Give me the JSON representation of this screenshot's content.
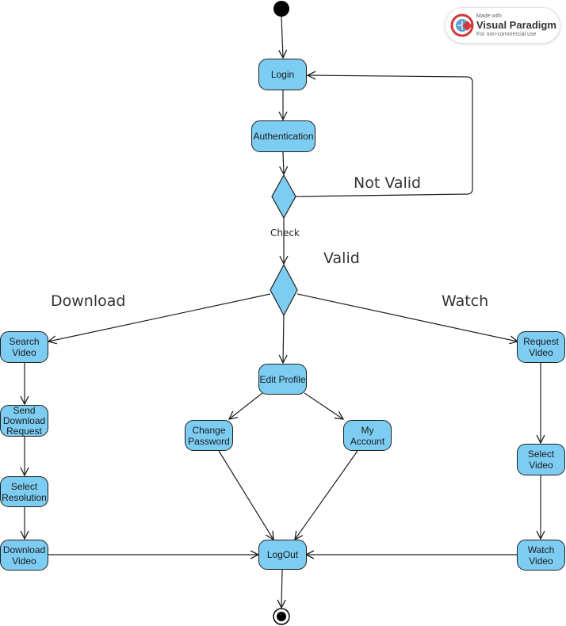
{
  "nodes": {
    "login": "Login",
    "authentication": "Authentication",
    "search_video": "Search Video",
    "send_download_request": "Send Download Request",
    "select_resolution": "Select Resolution",
    "download_video": "Download Video",
    "edit_profile": "Edit Profile",
    "change_password": "Change Password",
    "my_account": "My Account",
    "logout": "LogOut",
    "request_video": "Request Video",
    "select_video": "Select Video",
    "watch_video": "Watch Video"
  },
  "labels": {
    "not_valid": "Not Valid",
    "check": "Check",
    "valid": "Valid",
    "download": "Download",
    "watch": "Watch"
  },
  "watermark": {
    "made_with": "Made with",
    "brand": "Visual Paradigm",
    "note": "For non-commercial use"
  },
  "colors": {
    "node_fill": "#7dcdf3",
    "stroke": "#1f1f1f",
    "watermark_red": "#d0393a"
  }
}
